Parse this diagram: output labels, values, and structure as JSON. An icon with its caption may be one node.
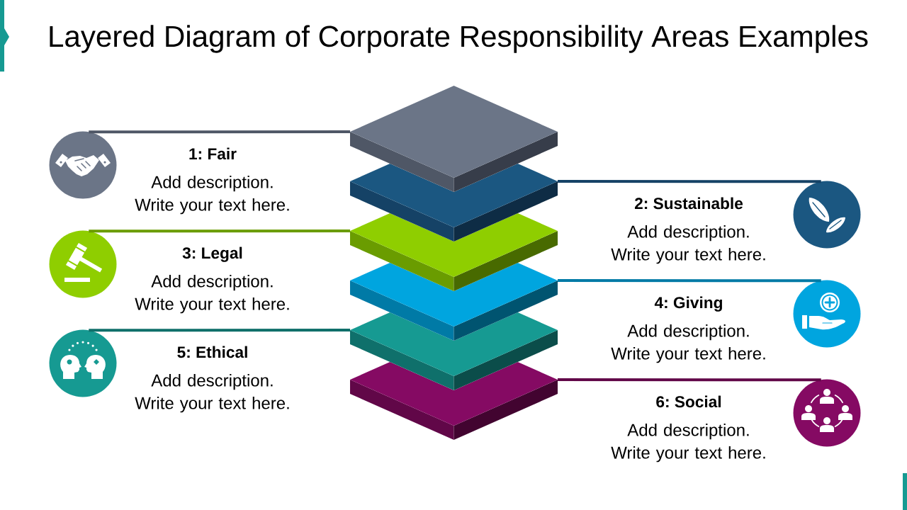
{
  "diagram": {
    "title": "Layered Diagram of Corporate Responsibility Areas Examples",
    "nodes": [
      {
        "text": [
          "1: Fair",
          "Add description. Write your text here."
        ]
      },
      {
        "text": [
          "2: Sustainable",
          "Add description. Write your text here."
        ]
      },
      {
        "text": [
          "3: Legal",
          "Add description. Write your text here."
        ]
      },
      {
        "text": [
          "4: Giving",
          "Add description. Write your text here."
        ]
      },
      {
        "text": [
          "5: Ethical",
          "Add description. Write your text here."
        ]
      },
      {
        "text": [
          "6: Social",
          "Add description. Write your text here."
        ]
      },
      {
        "text": [],
        "shape": "slab"
      },
      {
        "text": [],
        "shape": "slab"
      },
      {
        "text": [],
        "shape": "slab"
      },
      {
        "text": [],
        "shape": "slab"
      },
      {
        "text": [],
        "shape": "slab"
      },
      {
        "text": [],
        "shape": "slab"
      }
    ],
    "edges": [
      {
        "from": 0,
        "to": 6,
        "arrow": "none",
        "color": "#4f5766"
      },
      {
        "from": 1,
        "to": 7,
        "arrow": "none",
        "color": "#154266"
      },
      {
        "from": 2,
        "to": 8,
        "arrow": "none",
        "color": "#6a9c00"
      },
      {
        "from": 3,
        "to": 9,
        "arrow": "none",
        "color": "#007aa6"
      },
      {
        "from": 4,
        "to": 10,
        "arrow": "none",
        "color": "#0f6f6a"
      },
      {
        "from": 5,
        "to": 11,
        "arrow": "none",
        "color": "#610748"
      }
    ]
  }
}
